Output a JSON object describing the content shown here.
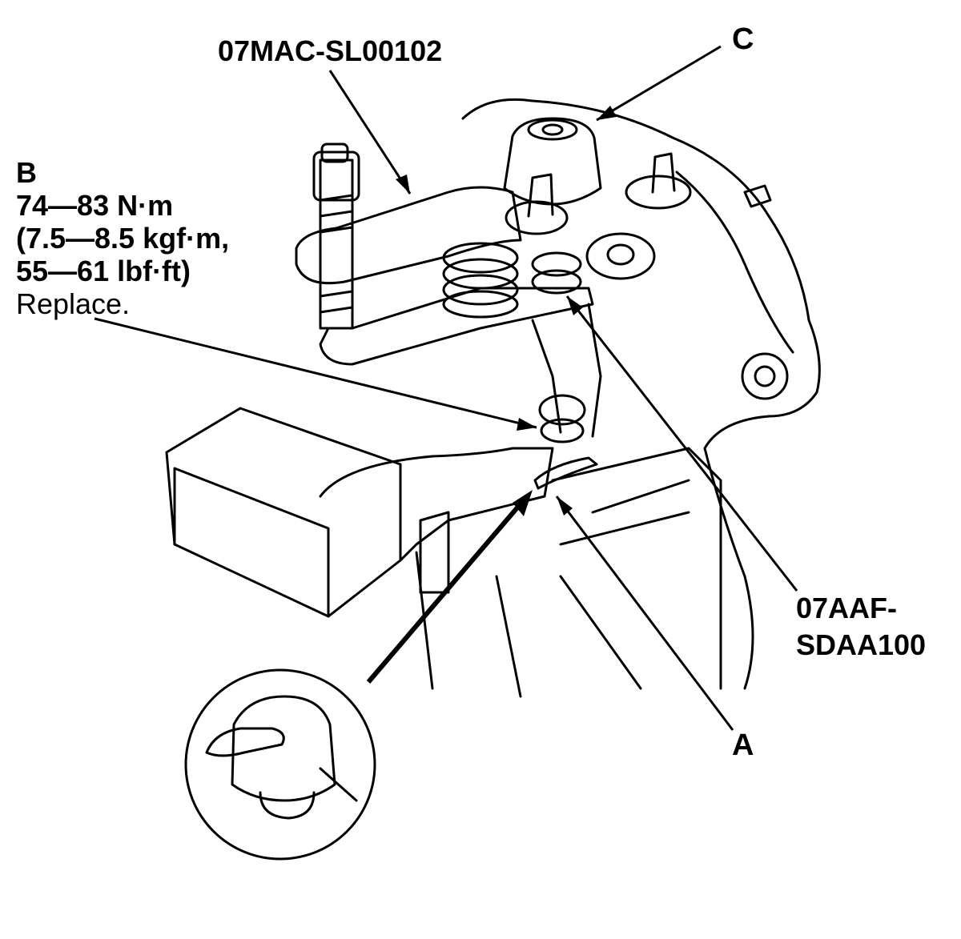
{
  "diagram": {
    "tool_upper": "07MAC-SL00102",
    "callout_c": "C",
    "callout_b": "B",
    "torque_line1": "74—83 N·m",
    "torque_line2": "(7.5—8.5 kgf·m,",
    "torque_line3": "55—61 lbf·ft)",
    "torque_note": "Replace.",
    "tool_lower_line1": "07AAF-",
    "tool_lower_line2": "SDAA100",
    "callout_a": "A"
  },
  "colors": {
    "line": "#000000",
    "background": "#ffffff"
  }
}
